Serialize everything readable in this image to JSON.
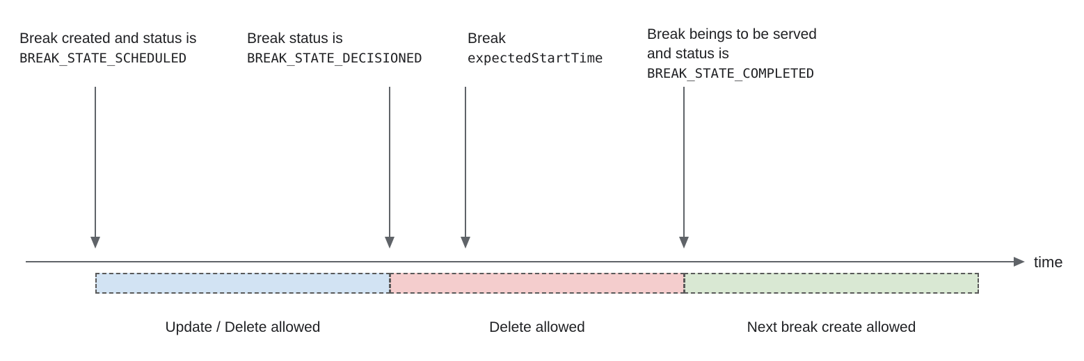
{
  "diagram": {
    "annotations": [
      {
        "text": "Break created and status is",
        "code": "BREAK_STATE_SCHEDULED"
      },
      {
        "text": "Break status is",
        "code": "BREAK_STATE_DECISIONED"
      },
      {
        "text": "Break",
        "code": "expectedStartTime"
      },
      {
        "text": "Break beings to be served",
        "text2": "and status is",
        "code": "BREAK_STATE_COMPLETED"
      }
    ],
    "axis": {
      "label": "time"
    },
    "segments": [
      {
        "label": "Update / Delete allowed",
        "color": "#d2e3f3"
      },
      {
        "label": "Delete allowed",
        "color": "#f4cdcd"
      },
      {
        "label": "Next break create allowed",
        "color": "#d9e8d3"
      }
    ],
    "colors": {
      "arrow": "#5f6368",
      "segment_border": "#595959",
      "text": "#202124"
    }
  }
}
